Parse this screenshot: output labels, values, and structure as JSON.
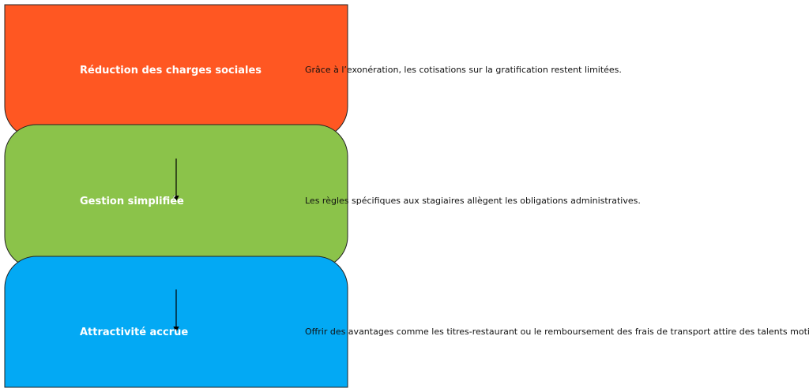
{
  "steps": [
    {
      "title": "Réduction des charges sociales",
      "description": "Grâce à l’exonération, les cotisations sur la gratification restent limitées.",
      "color": "#FF5722"
    },
    {
      "title": "Gestion simplifiée",
      "description": "Les règles spécifiques aux stagiaires allègent les obligations administratives.",
      "color": "#8BC34A"
    },
    {
      "title": "Attractivité accrue",
      "description": "Offrir des avantages comme les titres-restaurant ou le remboursement des frais de transport attire des talents motivés.",
      "color": "#03A9F4"
    }
  ]
}
